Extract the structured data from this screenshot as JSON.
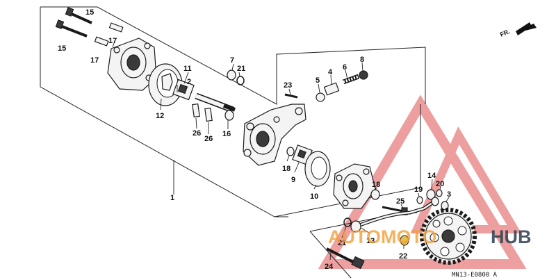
{
  "diagram": {
    "direction_label": "FR.",
    "drawing_code": "MN13-E0800 A",
    "watermark": {
      "part1": "AUTOMOTO",
      "part2": "HUB"
    },
    "labels": {
      "l1": "1",
      "l2": "2",
      "l3": "3",
      "l4": "4",
      "l5": "5",
      "l6": "6",
      "l7": "7",
      "l8": "8",
      "l9": "9",
      "l10": "10",
      "l11": "11",
      "l12": "12",
      "l13": "13",
      "l14": "14",
      "l15a": "15",
      "l15b": "15",
      "l16": "16",
      "l17a": "17",
      "l17b": "17",
      "l18a": "18",
      "l18b": "18",
      "l19": "19",
      "l20": "20",
      "l21a": "21",
      "l21b": "21",
      "l22": "22",
      "l23": "23",
      "l24": "24",
      "l25": "25",
      "l26a": "26",
      "l26b": "26"
    }
  }
}
